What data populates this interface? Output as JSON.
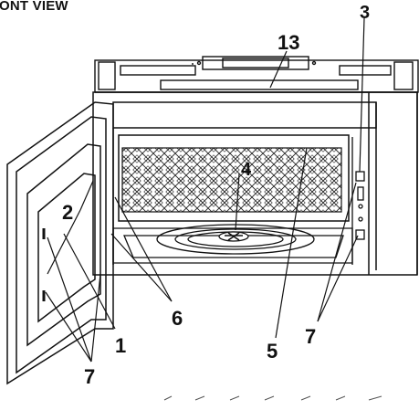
{
  "figure": {
    "title": "ONT VIEW",
    "callouts": {
      "c1": "1",
      "c2": "2",
      "c3": "3",
      "c4": "4",
      "c5": "5",
      "c6": "6",
      "c7a": "7",
      "c7b": "7",
      "c13": "13"
    }
  }
}
